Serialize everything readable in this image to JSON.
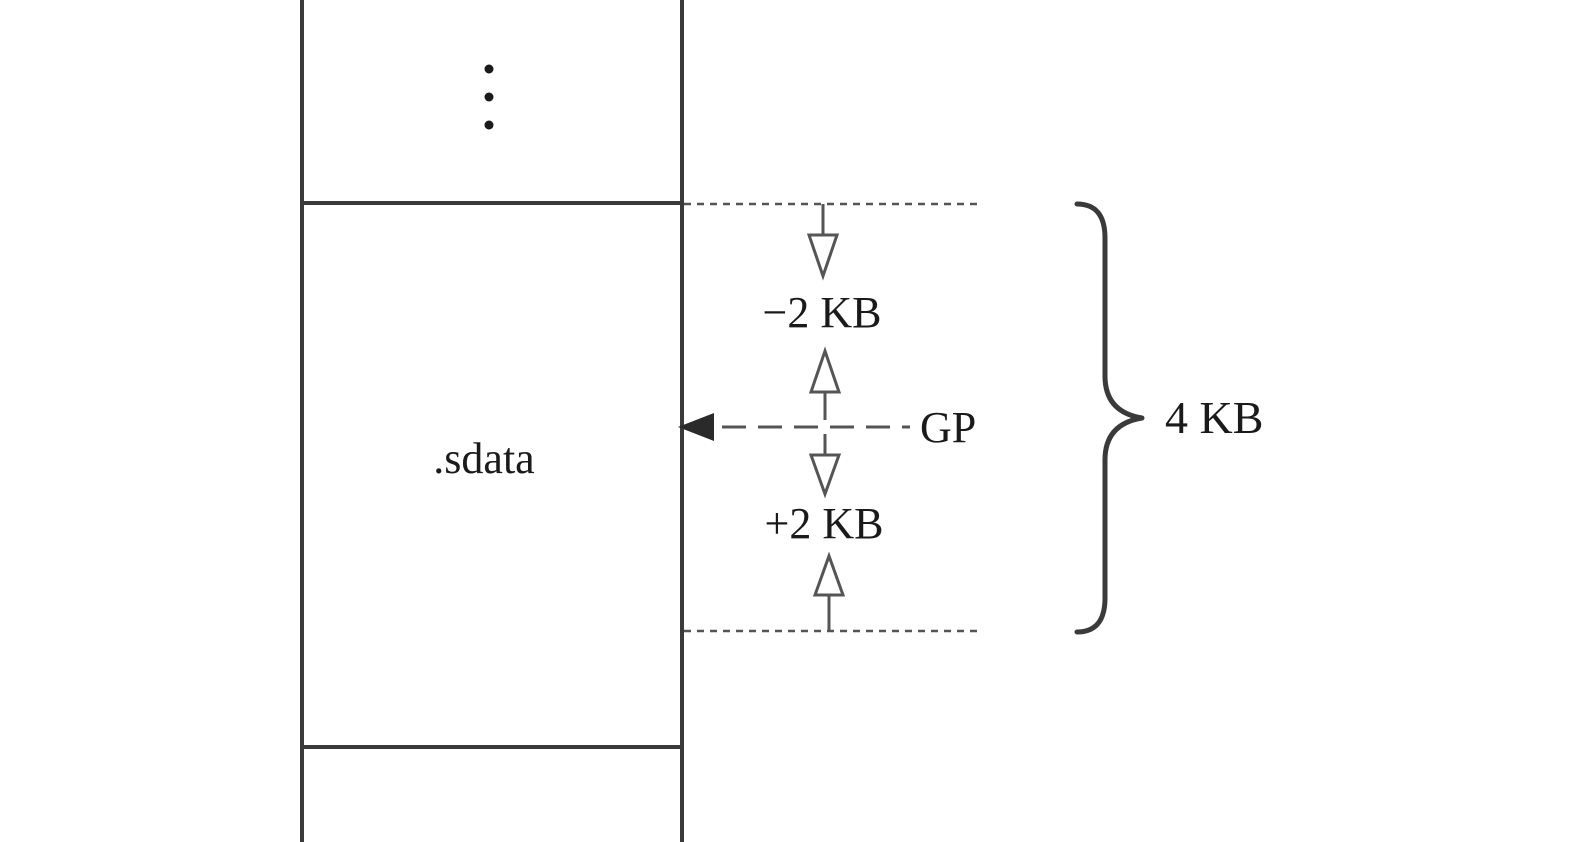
{
  "diagram": {
    "section_label": ".sdata",
    "pointer_label": "GP",
    "lower_offset_label": "−2 KB",
    "upper_offset_label": "+2 KB",
    "range_label": "4 KB"
  },
  "colors": {
    "stroke": "#3a3a3a",
    "text": "#1a1a1a",
    "background": "#ffffff"
  }
}
